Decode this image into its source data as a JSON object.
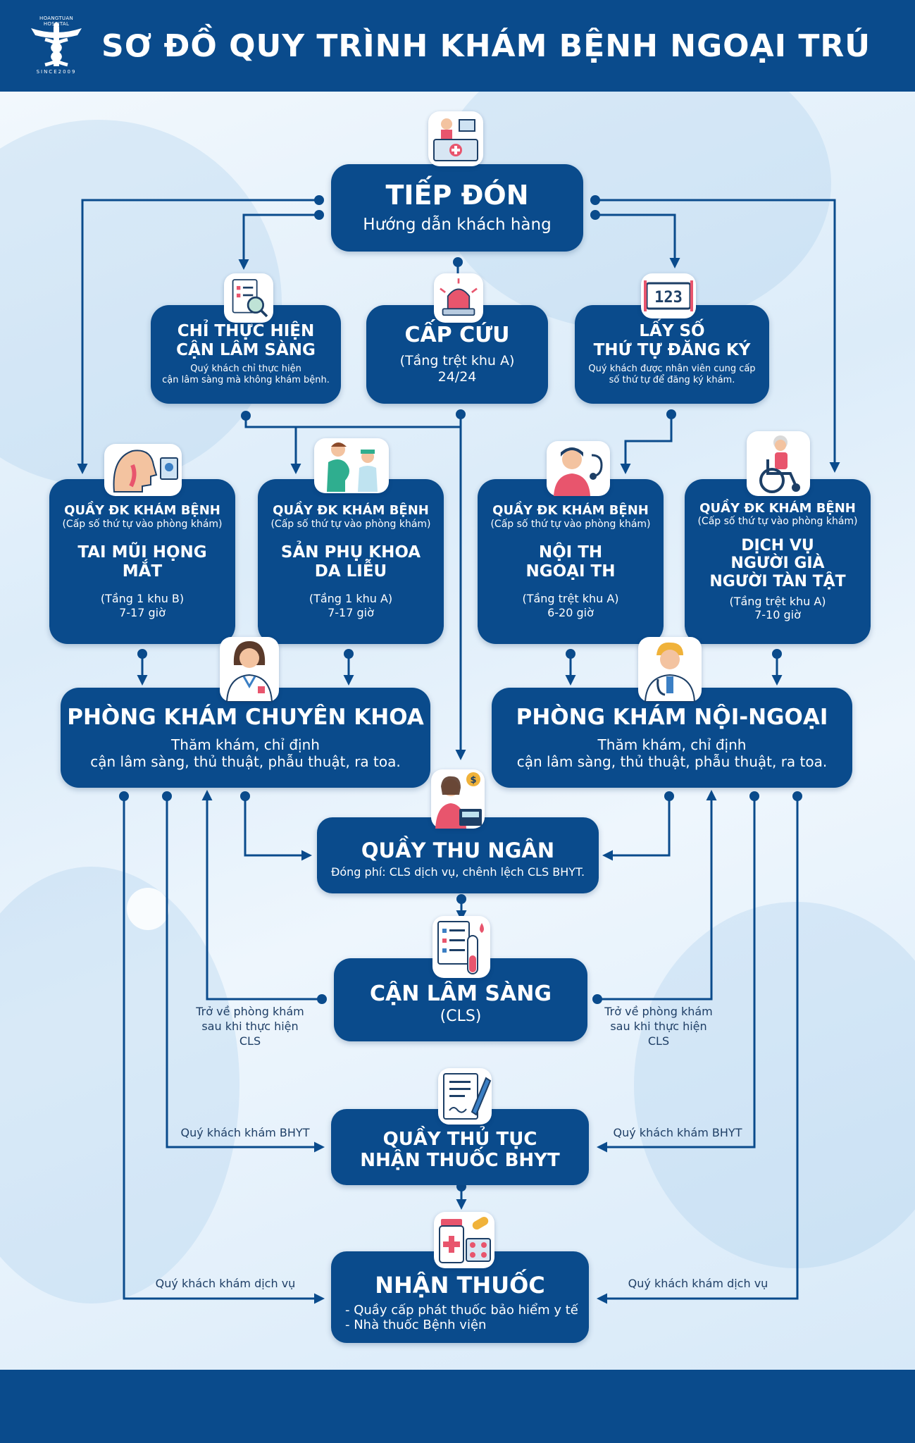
{
  "header": {
    "title": "SƠ ĐỒ QUY TRÌNH KHÁM BỆNH NGOẠI TRÚ",
    "logo_top": "HOANGTUAN HOSPITAL",
    "logo_bottom": "SINCE2009"
  },
  "colors": {
    "primary": "#0a4b8c",
    "header": "#0a4b8c",
    "line": "#0a4b8c"
  },
  "reception": {
    "title": "TIẾP ĐÓN",
    "subtitle": "Hướng dẫn khách hàng"
  },
  "cls_only": {
    "title1": "CHỈ THỰC HIỆN",
    "title2": "CẬN LÂM SÀNG",
    "desc1": "Quý khách chỉ thực hiện",
    "desc2": "cận lâm sàng mà không khám bệnh."
  },
  "emergency": {
    "title": "CẤP CỨU",
    "location": "(Tầng trệt khu A)",
    "hours": "24/24"
  },
  "queue_number": {
    "title1": "LẤY SỐ",
    "title2": "THỨ TỰ ĐĂNG KÝ",
    "desc1": "Quý khách được nhân viên cung cấp",
    "desc2": "số thứ tự để đăng ký khám."
  },
  "counters": [
    {
      "label": "QUẦY ĐK KHÁM BỆNH",
      "note": "(Cấp số thứ tự vào phòng khám)",
      "name1": "TAI MŨI HỌNG",
      "name2": "MẮT",
      "name3": "",
      "location": "(Tầng 1 khu B)",
      "hours": "7-17 giờ"
    },
    {
      "label": "QUẦY ĐK KHÁM BỆNH",
      "note": "(Cấp số thứ tự vào phòng khám)",
      "name1": "SẢN PHỤ KHOA",
      "name2": "DA LIỄU",
      "name3": "",
      "location": "(Tầng 1 khu A)",
      "hours": "7-17 giờ"
    },
    {
      "label": "QUẦY ĐK KHÁM BỆNH",
      "note": "(Cấp số thứ tự vào phòng khám)",
      "name1": "NỘI TH",
      "name2": "NGOẠI TH",
      "name3": "",
      "location": "(Tầng trệt khu A)",
      "hours": "6-20 giờ"
    },
    {
      "label": "QUẦY ĐK KHÁM BỆNH",
      "note": "(Cấp số thứ tự vào phòng khám)",
      "name1": "DỊCH VỤ",
      "name2": "NGƯỜI GIÀ",
      "name3": "NGƯỜI TÀN TẬT",
      "location": "(Tầng trệt khu A)",
      "hours": "7-10 giờ"
    }
  ],
  "specialist": {
    "title": "PHÒNG KHÁM CHUYÊN KHOA",
    "line1": "Thăm khám, chỉ định",
    "line2": "cận lâm sàng, thủ thuật, phẫu thuật, ra toa."
  },
  "internal": {
    "title": "PHÒNG KHÁM NỘI-NGOẠI",
    "line1": "Thăm khám, chỉ định",
    "line2": "cận lâm sàng, thủ thuật, phẫu thuật, ra toa."
  },
  "cashier": {
    "title": "QUẦY THU NGÂN",
    "subtitle": "Đóng phí: CLS dịch vụ, chênh lệch CLS BHYT."
  },
  "cls": {
    "title": "CẬN LÂM SÀNG",
    "subtitle": "(CLS)"
  },
  "insurance": {
    "title1": "QUẦY THỦ TỤC",
    "title2": "NHẬN THUỐC BHYT"
  },
  "medicine": {
    "title": "NHẬN THUỐC",
    "line1": "- Quầy cấp phát thuốc bảo hiểm y tế",
    "line2": "- Nhà thuốc Bệnh viện"
  },
  "notes": {
    "return_left1": "Trở về phòng khám",
    "return_left2": "sau khi thực hiện CLS",
    "return_right1": "Trở về phòng khám",
    "return_right2": "sau khi thực hiện CLS",
    "bhyt_left": "Quý khách khám BHYT",
    "bhyt_right": "Quý khách khám BHYT",
    "service_left": "Quý khách khám dịch vụ",
    "service_right": "Quý khách khám dịch vụ"
  },
  "icons": [
    "reception-desk-icon",
    "lab-checklist-icon",
    "siren-icon",
    "number-display-icon",
    "ent-head-icon",
    "pregnant-woman-icon",
    "doctor-stethoscope-icon",
    "wheelchair-icon",
    "female-doctor-icon",
    "male-doctor-icon",
    "cashier-icon",
    "lab-tube-icon",
    "prescription-icon",
    "medicine-icon"
  ]
}
